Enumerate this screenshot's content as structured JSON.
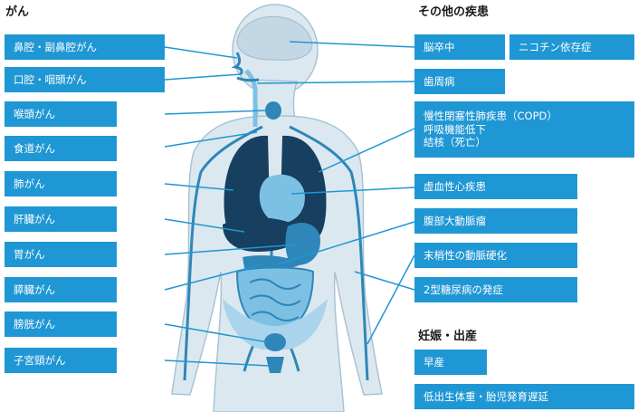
{
  "left_group": {
    "title": "がん",
    "items": [
      "鼻腔・副鼻腔がん",
      "口腔・咽頭がん",
      "喉頭がん",
      "食道がん",
      "肺がん",
      "肝臓がん",
      "胃がん",
      "膵臓がん",
      "膀胱がん",
      "子宮頸がん"
    ]
  },
  "right_group": {
    "title": "その他の疾患",
    "items": {
      "stroke": "脳卒中",
      "nicotine": "ニコチン依存症",
      "periodontal": "歯周病",
      "copd": [
        "慢性閉塞性肺疾患（COPD）",
        "呼吸機能低下",
        "結核（死亡）"
      ],
      "ihd": "虚血性心疾患",
      "aorta": "腹部大動脈瘤",
      "atherosclerosis": "末梢性の動脈硬化",
      "diabetes": "2型糖尿病の発症"
    }
  },
  "pregnancy_group": {
    "title": "妊娠・出産",
    "items": [
      "早産",
      "低出生体重・胎児発育遅延"
    ]
  },
  "colors": {
    "label_bg": "#1f97d4",
    "leader_line": "#1f97d4",
    "body_fill": "#dce8f0",
    "organ_dark": "#173f5f",
    "organ_mid": "#2f86b8",
    "organ_light": "#7cc1e4"
  }
}
